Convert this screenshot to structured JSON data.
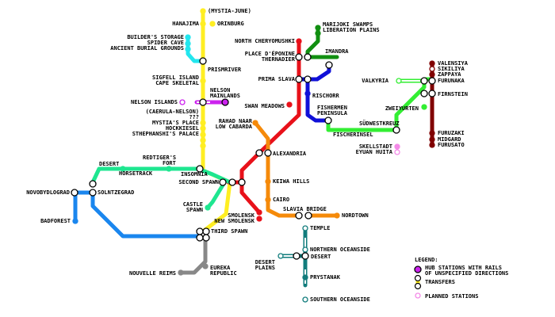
{
  "stations": {
    "mystia_june": "(MYSTIA-JUNE)",
    "hanajima": "HANAJIMA",
    "orinburg": "ORINBURG",
    "builders_storage": "BUILDER'S STORAGE",
    "spider_cave": "SPIDER CAVE",
    "ancient_burial_grounds": "ANCIENT BURIAL GROUNDS",
    "prismriver": "PRISMRIVER",
    "sigfell_island": "SIGFELL ISLAND",
    "cape_skeletal": "CAPE SKELETAL",
    "nelson_mainlands_1": "NELSON",
    "nelson_mainlands_2": "MAINLANDS",
    "nelson_islands": "NELSON ISLANDS",
    "caerula_nelson": "(CAERULA-NELSON)",
    "unknown": "???",
    "mystias_place": "MYSTIA'S PLACE",
    "hockkiesel": "HOCKKIESEL",
    "stephanshis_palace": "STHEPHANSHI'S PALACE",
    "north_cheryomushki": "NORTH CHERYOMUSHKI",
    "place_deponine": "PLACE D'ÉPONINE",
    "thernadier": "THERNADIER",
    "marijoki_swamps": "MARIJOKI SWAMPS",
    "liberation_plains": "LIBERATION PLAINS",
    "imandra": "IMANDRA",
    "prima_slava": "PRIMA SLAVA",
    "rischorr": "RISCHORR",
    "swan_meadows": "SWAN MEADOWS",
    "rahad_naar": "RAHAD NAAR",
    "low_cabarda": "LOW CABARDA",
    "alexandria": "ALEXANDRIA",
    "fishermen_peninsula_1": "FISHERMEN",
    "fishermen_peninsula_2": "PENINSULA",
    "fischerinsel": "FISCHERINSEL",
    "sudwestkreuz": "SÜDWESTKREUZ",
    "skellstadt": "SKELLSTADT",
    "eyuan_huita": "EYUAN HUITA",
    "valkyria": "VALKYRIA",
    "zweiyurten": "ZWEIYURTEN",
    "valensiya": "VALENSIYA",
    "sikiliya": "SIKILIYA",
    "zappaya": "ZAPPAYA",
    "furunaka": "FURUNAKA",
    "firnstein": "FIRNSTEIN",
    "furuzaki": "FURUZAKI",
    "midgard": "MIDGARD",
    "furusato": "FURUSATO",
    "desert_top": "DESERT",
    "horsetrack": "HORSETRACK",
    "redtigers_1": "REDTIGER'S",
    "redtigers_2": "FORT",
    "insomnia": "INSOMNIA",
    "second_spawn": "SECOND SPAWN",
    "keiwa_hills": "KEIWA HILLS",
    "cairo": "CAIRO",
    "novobydlograd": "NOVOBYDLOGRAD",
    "solntzegrad": "SOLNTZEGRAD",
    "badforest": "BADFOREST",
    "castle_spawn_1": "CASTLE",
    "castle_spawn_2": "SPAWN",
    "smolensk": "SMOLENSK",
    "new_smolensk": "NEW SMOLENSK",
    "slavia_bridge": "SLAVIA BRIDGE",
    "nordtown": "NORDTOWN",
    "temple": "TEMPLE",
    "third_spawn": "THIRD SPAWN",
    "northern_oceanside": "NORTHERN OCEANSIDE",
    "desert_bottom": "DESERT",
    "desert_plains_1": "DESERT",
    "desert_plains_2": "PLAINS",
    "eureka_1": "EUREKA",
    "eureka_2": "REPUBLIC",
    "nouvelle_reims": "NOUVELLE REIMS",
    "prystanak": "PRYSTANAK",
    "southern_oceanside": "SOUTHERN OCEANSIDE"
  },
  "legend": {
    "title": "LEGEND:",
    "hub_1": "HUB STATIONS WITH RAILS",
    "hub_2": "OF UNSPECIFIED DIRECTIONS",
    "transfers": "TRANSFERS",
    "planned": "PLANNED STATIONS"
  },
  "colors": {
    "yellow": "#ffee22",
    "red": "#e8111a",
    "green": "#118f11",
    "blue": "#1010d8",
    "cyan": "#22e6ee",
    "purple": "#cc22ee",
    "lime": "#33ee33",
    "darkred": "#800000",
    "orange": "#f58a0a",
    "mint": "#1ee690",
    "azure": "#1a86ee",
    "grey": "#888888",
    "teal": "#117c7c",
    "pink": "#f48ae8"
  }
}
